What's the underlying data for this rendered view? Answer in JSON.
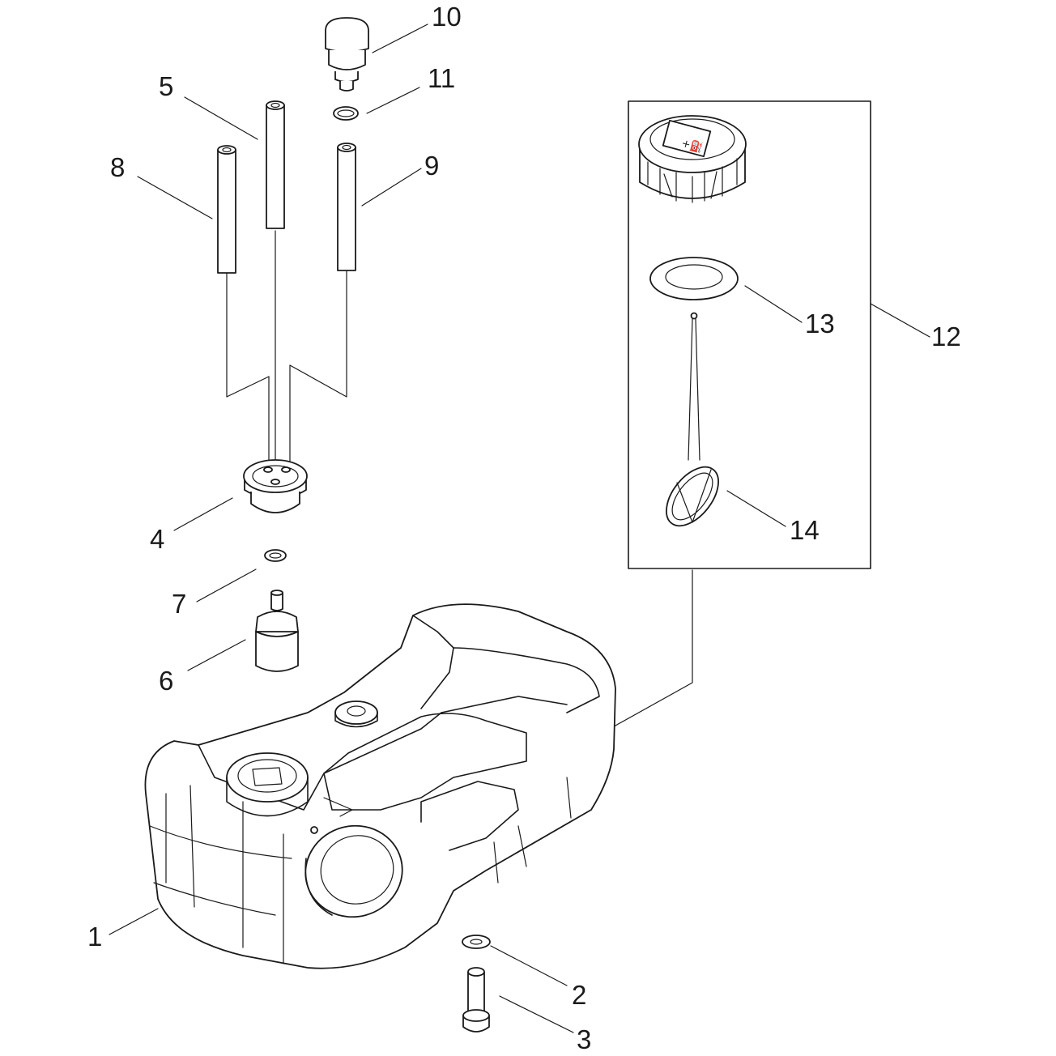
{
  "callouts": {
    "c1": "1",
    "c2": "2",
    "c3": "3",
    "c4": "4",
    "c5": "5",
    "c6": "6",
    "c7": "7",
    "c8": "8",
    "c9": "9",
    "c10": "10",
    "c11": "11",
    "c12": "12",
    "c13": "13",
    "c14": "14"
  },
  "cap_symbols": "+⛽"
}
